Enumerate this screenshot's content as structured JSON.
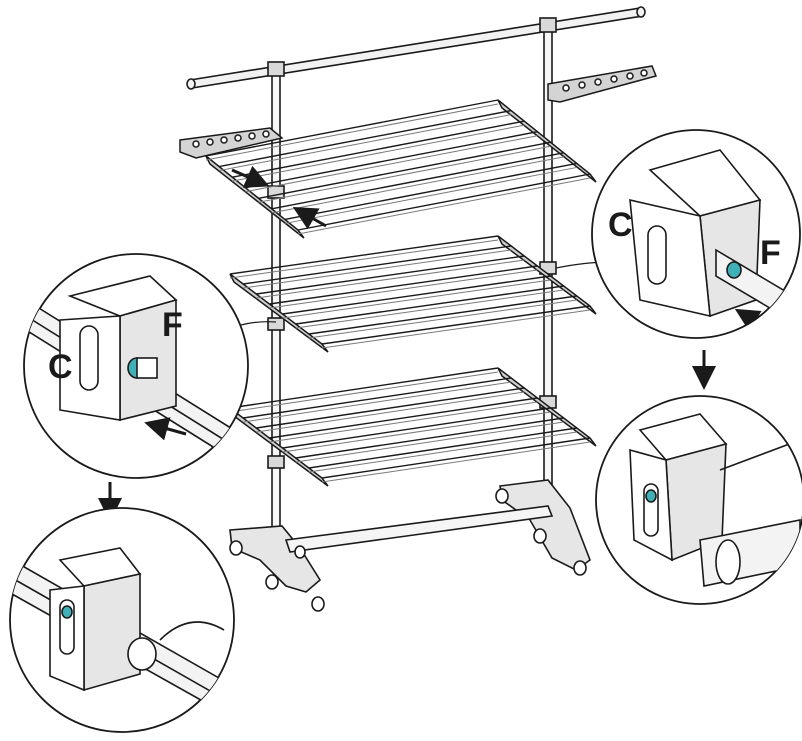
{
  "labels": {
    "callout_left": {
      "c": "C",
      "f": "F"
    },
    "callout_right": {
      "c": "C",
      "f": "F"
    }
  },
  "colors": {
    "line": "#1a1a1a",
    "rail_fill": "#e9e9e9",
    "accent_pin": "#3fb0b8",
    "paper": "#ffffff"
  },
  "icons": {
    "arrow": "arrow-icon",
    "magnifier": "zoom-detail-circle"
  }
}
